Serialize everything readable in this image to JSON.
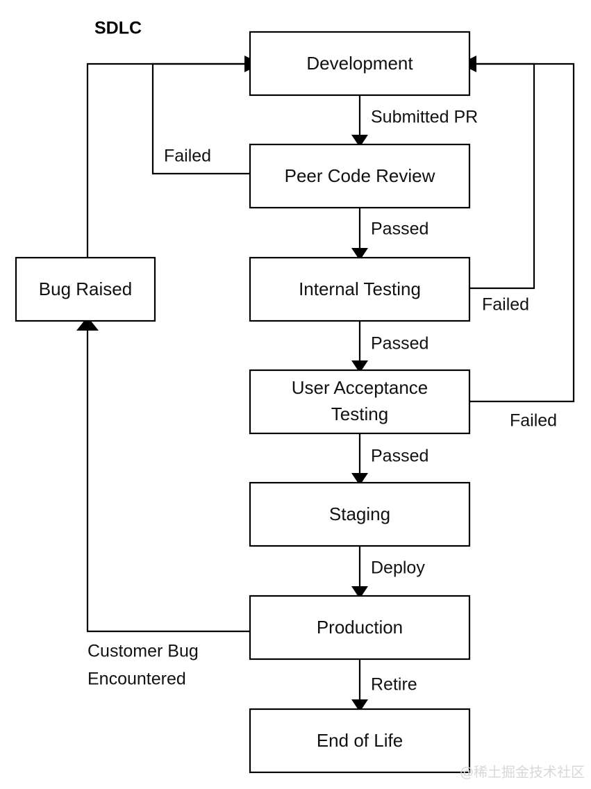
{
  "title": "SDLC",
  "watermark": "@稀土掘金技术社区",
  "colors": {
    "stroke": "#000000",
    "box_fill": "#ffffff",
    "text": "#111111",
    "background": "#ffffff",
    "watermark": "#d8d8d8"
  },
  "nodes": [
    {
      "id": "development",
      "label": "Development",
      "label_line2": ""
    },
    {
      "id": "peer-code-review",
      "label": "Peer Code Review",
      "label_line2": ""
    },
    {
      "id": "internal-testing",
      "label": "Internal Testing",
      "label_line2": ""
    },
    {
      "id": "user-acceptance-testing",
      "label": "User Acceptance",
      "label_line2": "Testing"
    },
    {
      "id": "staging",
      "label": "Staging",
      "label_line2": ""
    },
    {
      "id": "production",
      "label": "Production",
      "label_line2": ""
    },
    {
      "id": "end-of-life",
      "label": "End of Life",
      "label_line2": ""
    },
    {
      "id": "bug-raised",
      "label": "Bug Raised",
      "label_line2": ""
    }
  ],
  "edges": [
    {
      "id": "dev-to-pcr",
      "from": "development",
      "to": "peer-code-review",
      "label": "Submitted PR"
    },
    {
      "id": "pcr-to-dev",
      "from": "peer-code-review",
      "to": "development",
      "label": "Failed"
    },
    {
      "id": "pcr-to-it",
      "from": "peer-code-review",
      "to": "internal-testing",
      "label": "Passed"
    },
    {
      "id": "it-to-dev",
      "from": "internal-testing",
      "to": "development",
      "label": "Failed"
    },
    {
      "id": "it-to-uat",
      "from": "internal-testing",
      "to": "user-acceptance-testing",
      "label": "Passed"
    },
    {
      "id": "uat-to-dev",
      "from": "user-acceptance-testing",
      "to": "development",
      "label": "Failed"
    },
    {
      "id": "uat-to-staging",
      "from": "user-acceptance-testing",
      "to": "staging",
      "label": "Passed"
    },
    {
      "id": "staging-to-production",
      "from": "staging",
      "to": "production",
      "label": "Deploy"
    },
    {
      "id": "production-to-eol",
      "from": "production",
      "to": "end-of-life",
      "label": "Retire"
    },
    {
      "id": "production-to-bug",
      "from": "production",
      "to": "bug-raised",
      "label": "Customer Bug",
      "label_line2": "Encountered"
    },
    {
      "id": "bug-to-dev",
      "from": "bug-raised",
      "to": "development",
      "label": ""
    }
  ]
}
